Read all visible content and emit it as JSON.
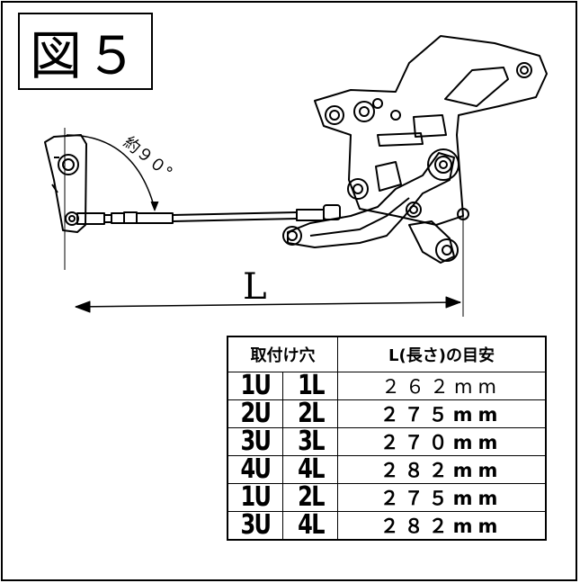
{
  "figure": {
    "label": "図５"
  },
  "annotations": {
    "angle": "約９０°",
    "length": "L"
  },
  "table": {
    "headers": {
      "holes": "取付け穴",
      "length": "L(長さ)の目安"
    },
    "rows": [
      {
        "upper": "1U",
        "lower": "1L",
        "length": "２６２mm"
      },
      {
        "upper": "2U",
        "lower": "2L",
        "length": "２７５mm"
      },
      {
        "upper": "3U",
        "lower": "3L",
        "length": "２７０mm"
      },
      {
        "upper": "4U",
        "lower": "4L",
        "length": "２８２mm"
      },
      {
        "upper": "1U",
        "lower": "2L",
        "length": "２７５mm"
      },
      {
        "upper": "3U",
        "lower": "4L",
        "length": "２８２mm"
      }
    ]
  }
}
